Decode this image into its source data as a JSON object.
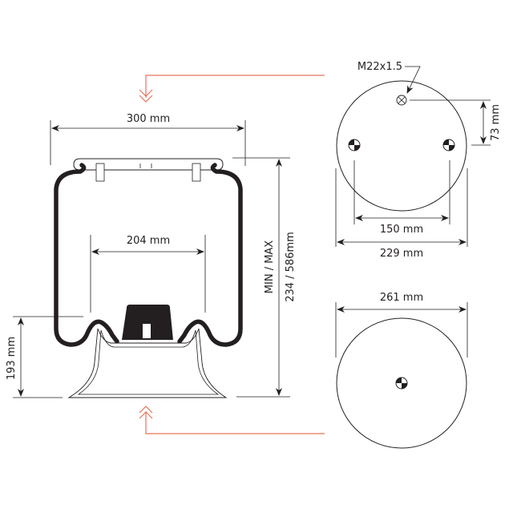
{
  "diagram": {
    "title": "Air spring dimension drawing",
    "colors": {
      "line": "#231f20",
      "accent": "#e8735a",
      "background": "#ffffff"
    },
    "side_view": {
      "top_width": "300 mm",
      "piston_width": "204 mm",
      "piston_height": "193 mm",
      "height_label": "MIN / MAX",
      "height_value": "234 / 586mm"
    },
    "top_plate_view": {
      "thread_label": "M22x1.5",
      "stud_offset": "73 mm",
      "stud_spacing": "150 mm",
      "plate_diameter": "229 mm"
    },
    "bottom_view": {
      "piston_diameter": "261 mm"
    }
  }
}
